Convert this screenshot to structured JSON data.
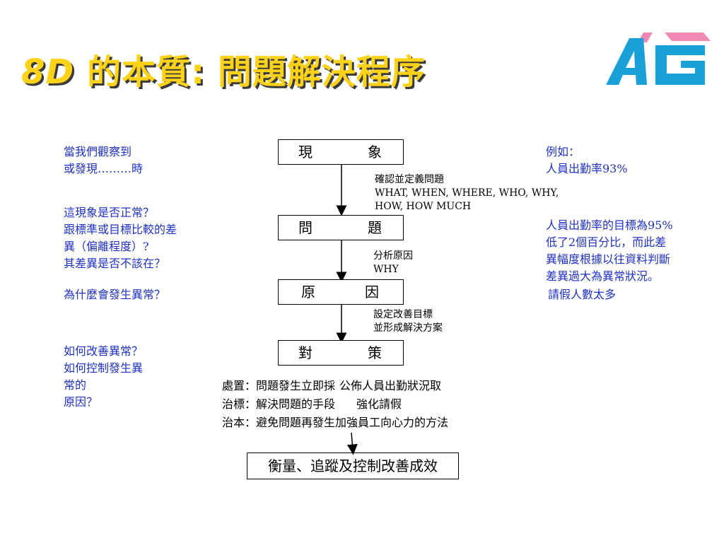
{
  "title": {
    "prefix": "8D",
    "rest": " 的本質: 問題解決程序"
  },
  "flow": {
    "boxes": [
      {
        "left": "現",
        "right": "象"
      },
      {
        "left": "問",
        "right": "題"
      },
      {
        "left": "原",
        "right": "因"
      },
      {
        "left": "對",
        "right": "策"
      }
    ],
    "notes": [
      [
        "確認並定義問題",
        "WHAT, WHEN, WHERE, WHO, WHY,",
        "HOW, HOW MUCH"
      ],
      [
        "分析原因",
        "WHY"
      ],
      [
        "設定改善目標",
        "並形成解決方案"
      ]
    ],
    "steps": [
      {
        "label": "處置：問題發生立即採",
        "example": "公佈人員出勤狀況取"
      },
      {
        "label": "治標：解決問題的手段",
        "example": "強化請假"
      },
      {
        "label": "治本：避免問題再發生",
        "example": "加強員工向心力的方法"
      }
    ],
    "final": "衡量、追蹤及控制改善成效"
  },
  "left_questions": [
    [
      "當我們觀察到",
      "或發現………時"
    ],
    [
      "這現象是否正常？",
      "跟標準或目標比較的差",
      "異（偏離程度）?",
      "其差異是否不該在？"
    ],
    [
      "為什麼會發生異常？"
    ],
    [
      "如何改善異常？",
      "如何控制發生異",
      "常的",
      "原因？"
    ]
  ],
  "right_examples": [
    [
      "例如：",
      "人員出勤率93%"
    ],
    [
      "人員出勤率的目標為95%",
      "低了2個百分比，而此差",
      "異幅度根據以往資料判斷",
      "差異過大為異常狀況。"
    ],
    [
      "請假人數太多"
    ]
  ],
  "colors": {
    "title": "#ffd21a",
    "question_text": "#1f31c4",
    "logo_blue": "#1aa0d8",
    "logo_pink": "#f08ab4"
  }
}
